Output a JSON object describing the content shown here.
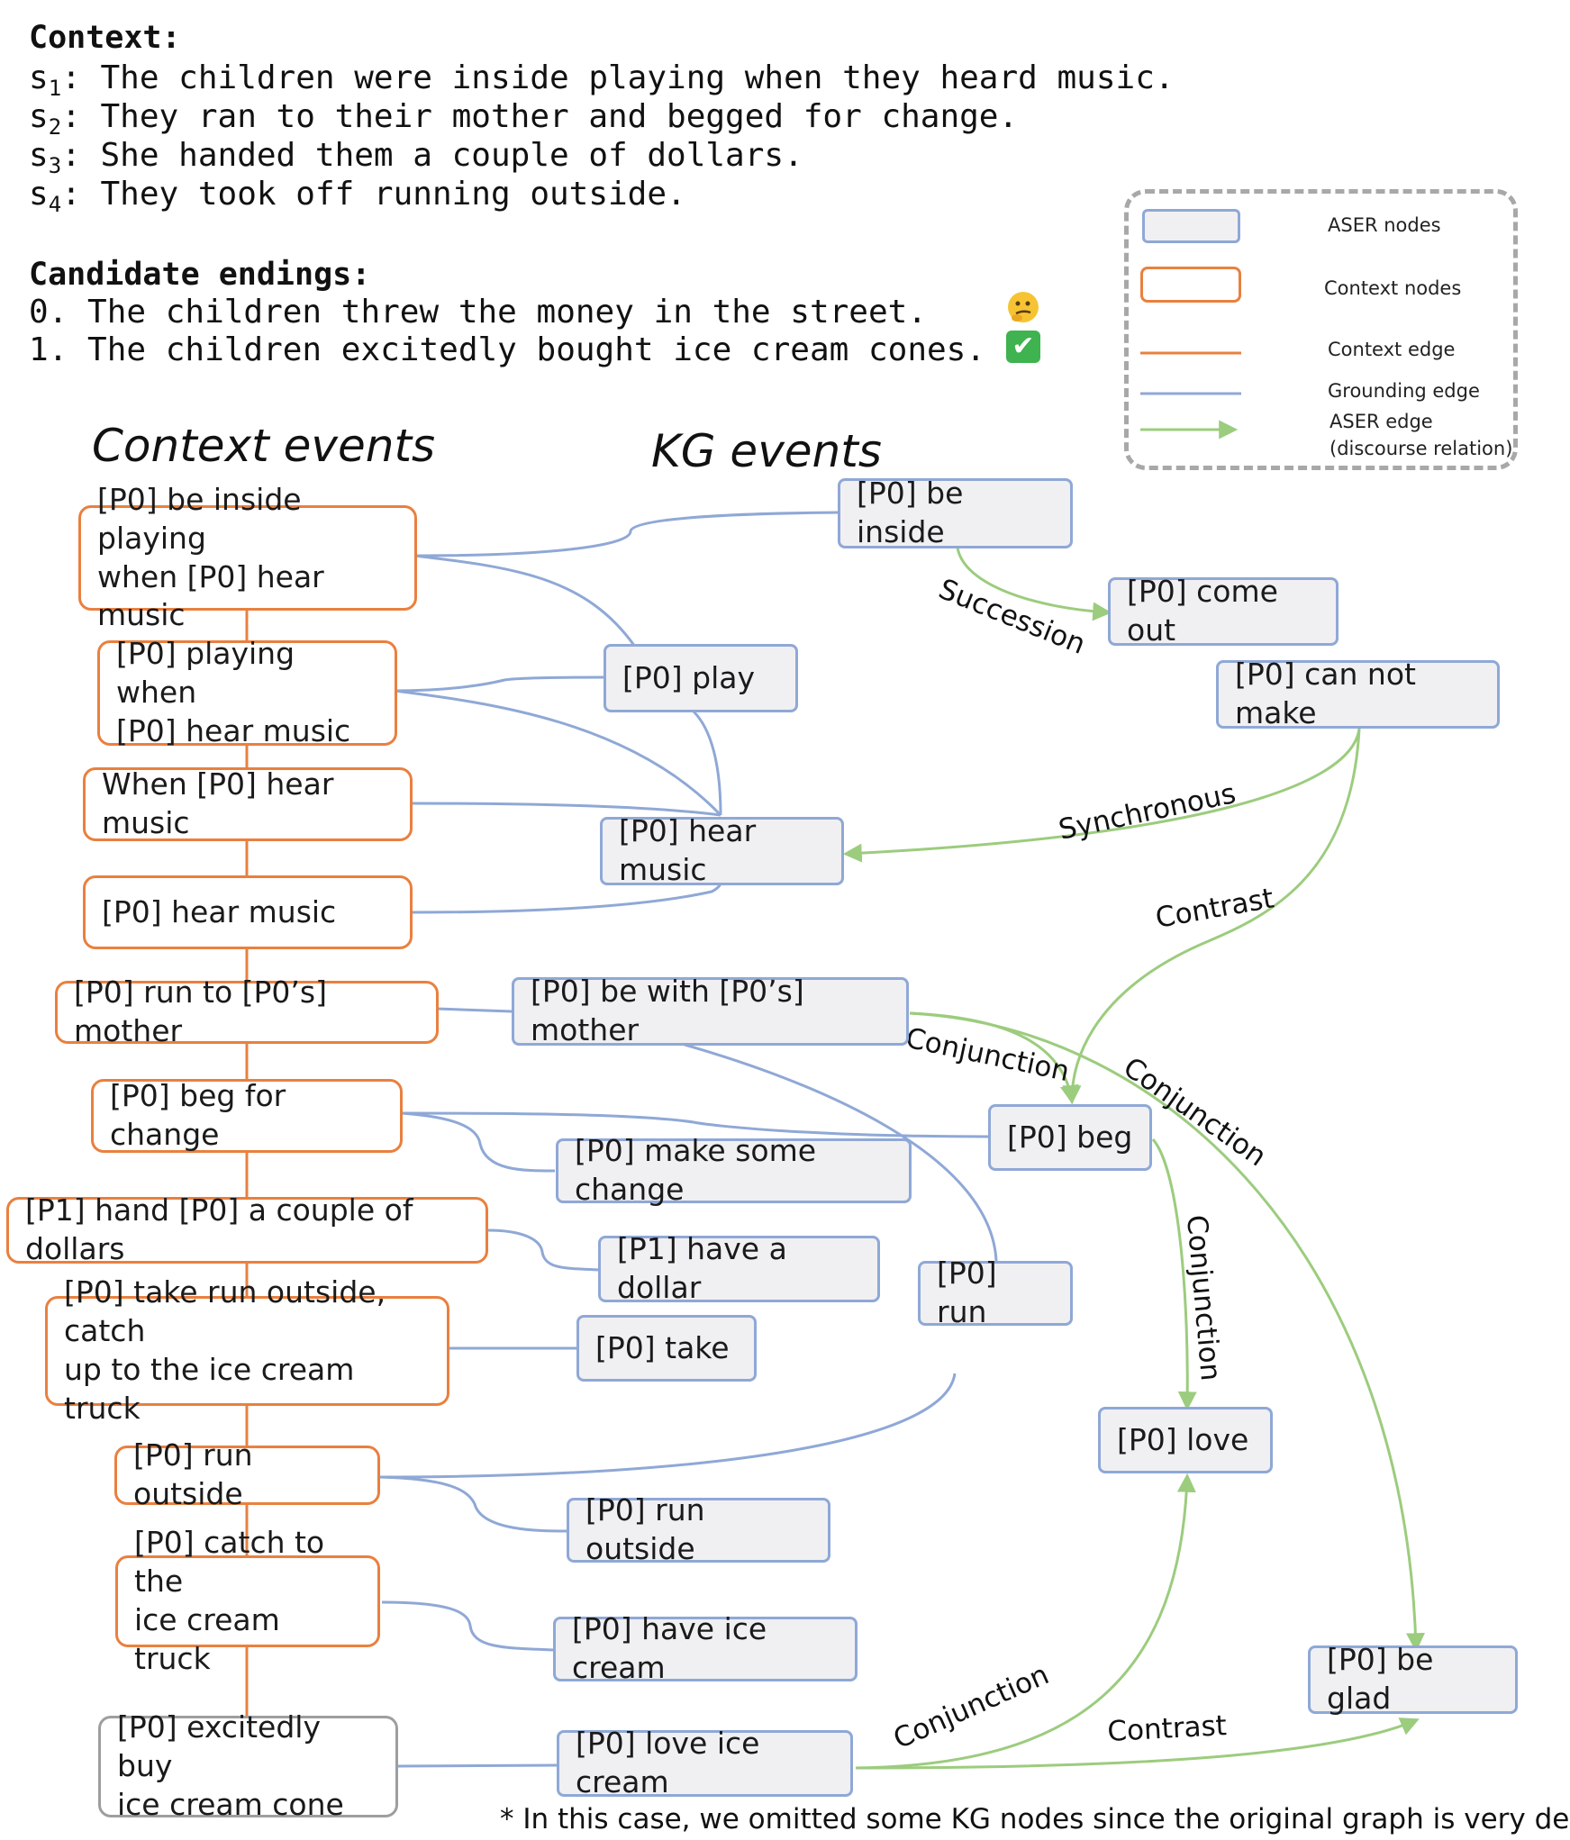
{
  "context": {
    "heading": "Context:",
    "sentences": [
      {
        "label": "s",
        "sub": "1",
        "text": ": The children were inside playing when they heard music."
      },
      {
        "label": "s",
        "sub": "2",
        "text": ": They ran to their mother and begged for change."
      },
      {
        "label": "s",
        "sub": "3",
        "text": ": She handed them a couple of dollars."
      },
      {
        "label": "s",
        "sub": "4",
        "text": ": They took off running outside."
      }
    ]
  },
  "endings": {
    "heading": "Candidate endings:",
    "items": [
      {
        "text": "0. The children threw the money in the street.",
        "icon": "thinking-face-icon"
      },
      {
        "text": "1. The children excitedly bought ice cream cones.",
        "icon": "check-mark-icon"
      }
    ]
  },
  "legend": {
    "aser_nodes": "ASER nodes",
    "context_nodes": "Context nodes",
    "context_edge": "Context edge",
    "grounding_edge": "Grounding edge",
    "aser_edge_1": "ASER edge",
    "aser_edge_2": "(discourse relation)"
  },
  "columns": {
    "context_events": "Context events",
    "kg_events": "KG events"
  },
  "context_nodes": {
    "c1": [
      "[P0] be inside playing",
      "when [P0] hear music"
    ],
    "c2": [
      "[P0] playing when",
      "[P0] hear music"
    ],
    "c3": [
      "When [P0] hear music"
    ],
    "c4": [
      "[P0] hear music"
    ],
    "c5": [
      "[P0] run to [P0’s] mother"
    ],
    "c6": [
      "[P0] beg for change"
    ],
    "c7": [
      "[P1] hand [P0] a couple of dollars"
    ],
    "c8": [
      "[P0] take run outside, catch",
      "up to the ice cream truck"
    ],
    "c9": [
      "[P0] run outside"
    ],
    "c10": [
      "[P0] catch to the",
      "ice cream truck"
    ],
    "c11": [
      "[P0] excitedly buy",
      "ice cream cone"
    ]
  },
  "kg_nodes": {
    "k_inside": "[P0] be inside",
    "k_comeout": "[P0] come out",
    "k_play": "[P0] play",
    "k_cannot": "[P0] can not make",
    "k_hear": "[P0] hear music",
    "k_mother": "[P0] be with [P0’s] mother",
    "k_beg": "[P0] beg",
    "k_change": "[P0] make some change",
    "k_dollar": "[P1] have a dollar",
    "k_run": "[P0] run",
    "k_take": "[P0] take",
    "k_love": "[P0] love",
    "k_runout": "[P0] run outside",
    "k_icecream": "[P0] have ice cream",
    "k_glad": "[P0] be glad",
    "k_loveice": "[P0] love ice cream"
  },
  "relations": {
    "succession": "Succession",
    "synchronous": "Synchronous",
    "contrast1": "Contrast",
    "conjunction1": "Conjunction",
    "conjunction2": "Conjunction",
    "conjunction3": "Conjunction",
    "conjunction4": "Conjunction",
    "contrast2": "Contrast"
  },
  "footnote": "* In this case, we omitted some KG nodes since the original graph is very dense",
  "colors": {
    "context": "#e9803f",
    "grounding": "#8fa8d6",
    "aser_edge": "#9ccc7e",
    "aser_fill": "#f0f0f2",
    "ending_border": "#9e9e9e"
  }
}
